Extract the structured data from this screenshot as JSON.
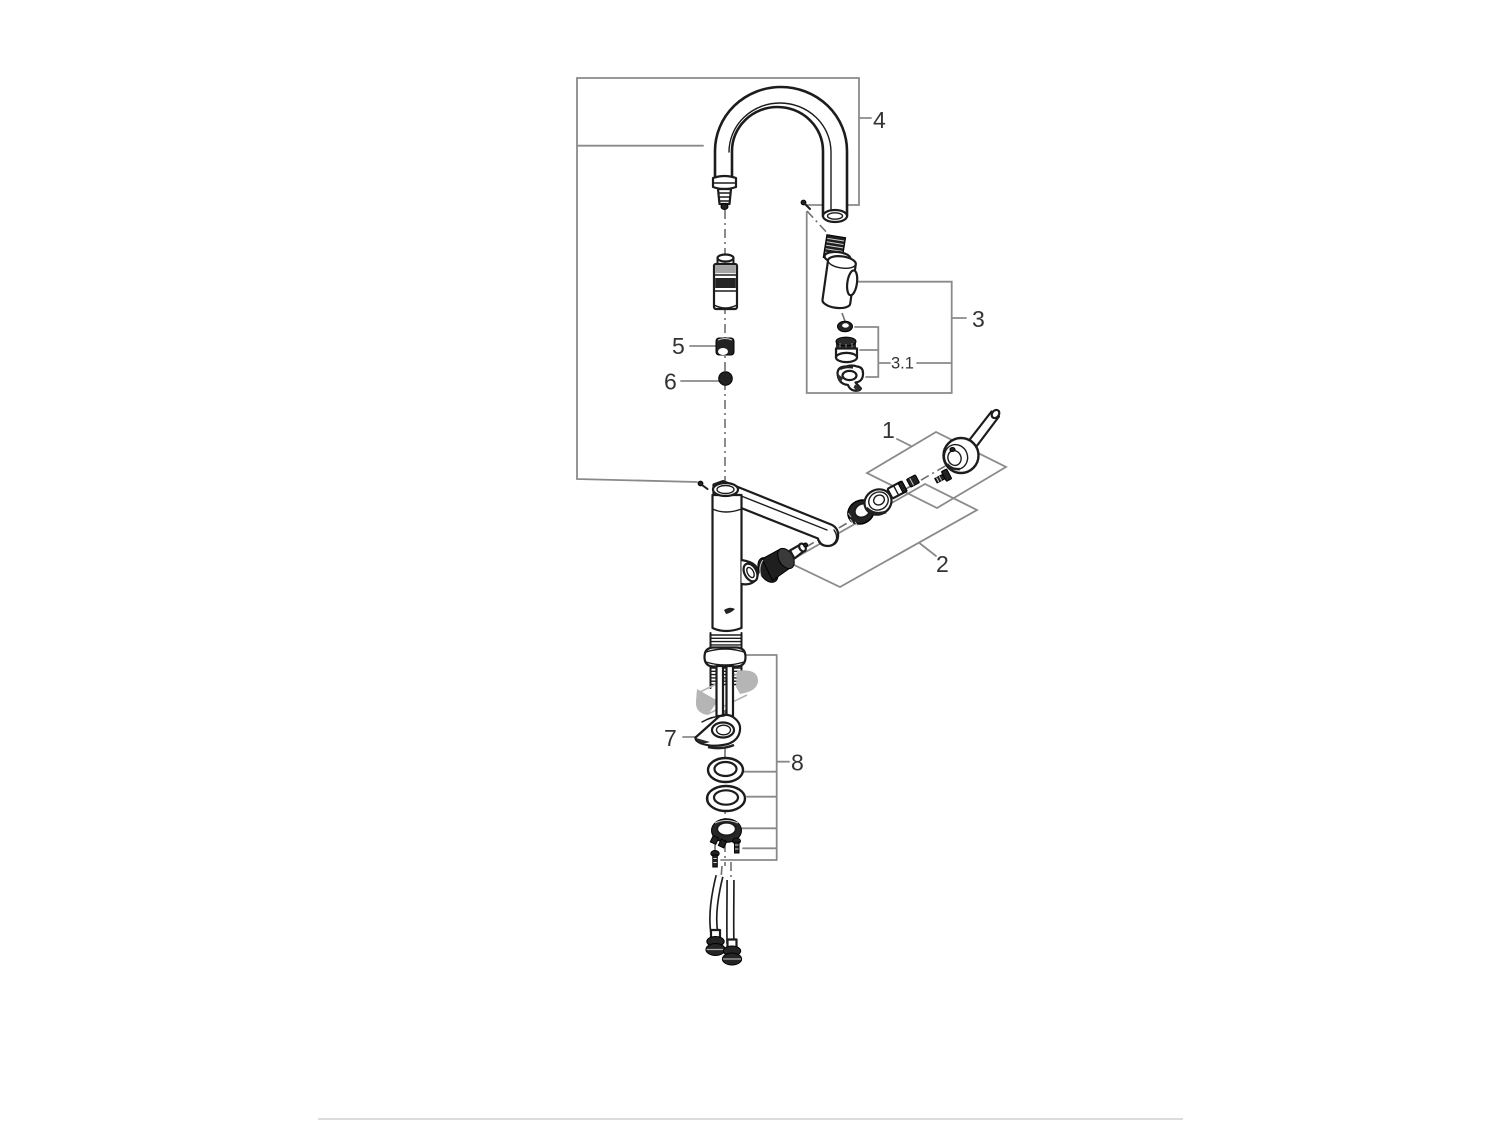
{
  "diagram": {
    "kind": "exploded-parts-diagram",
    "line_color": "#1c1c1c",
    "callout_color": "#8a8a8a",
    "label_color": "#333333",
    "phantom_color": "#b5b5b5",
    "background": "#ffffff",
    "footer_divider_color": "#dcdcdc",
    "labels": {
      "part1": "1",
      "part2": "2",
      "part3": "3",
      "part3_1": "3.1",
      "part4": "4",
      "part5": "5",
      "part6": "6",
      "part7": "7",
      "part8": "8"
    }
  }
}
